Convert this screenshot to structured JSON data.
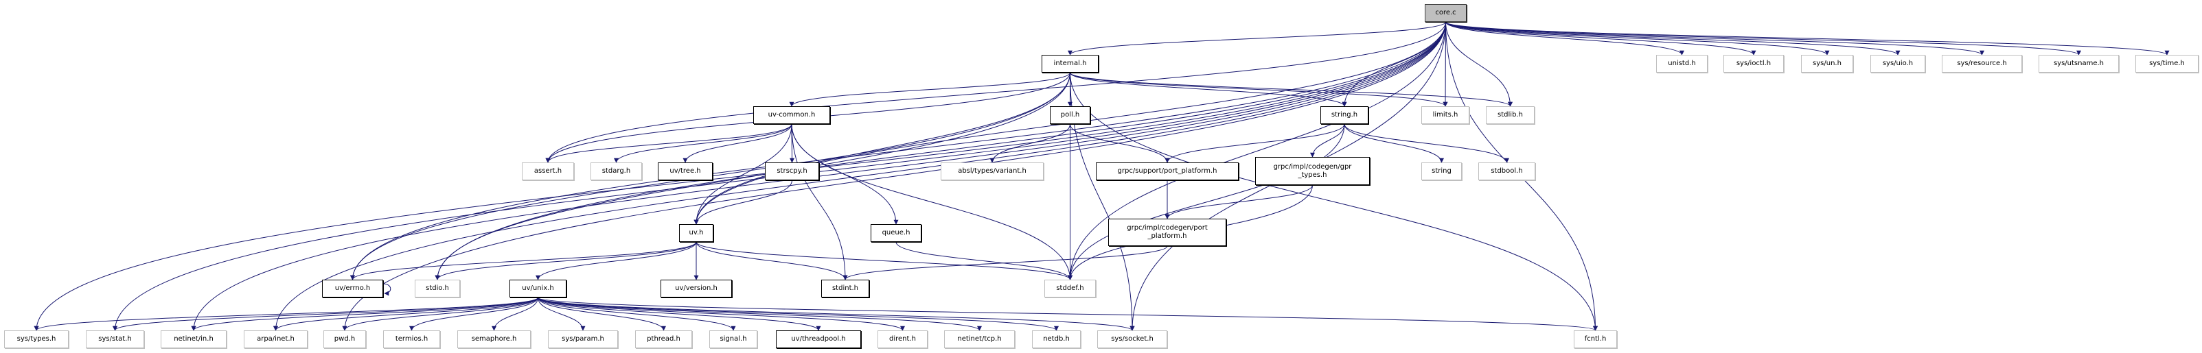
{
  "graph": {
    "edge_color": "#191970",
    "root_fill": "#bfbfbf",
    "nodes": [
      {
        "id": "core_c",
        "label": "core.c",
        "kind": "root"
      },
      {
        "id": "internal_h",
        "label": "internal.h",
        "kind": "doc"
      },
      {
        "id": "unistd_h",
        "label": "unistd.h",
        "kind": "ext"
      },
      {
        "id": "sys_ioctl_h",
        "label": "sys/ioctl.h",
        "kind": "ext"
      },
      {
        "id": "sys_un_h",
        "label": "sys/un.h",
        "kind": "ext"
      },
      {
        "id": "sys_uio_h",
        "label": "sys/uio.h",
        "kind": "ext"
      },
      {
        "id": "sys_resource_h",
        "label": "sys/resource.h",
        "kind": "ext"
      },
      {
        "id": "sys_utsname_h",
        "label": "sys/utsname.h",
        "kind": "ext"
      },
      {
        "id": "sys_time_h",
        "label": "sys/time.h",
        "kind": "ext"
      },
      {
        "id": "uv_common_h",
        "label": "uv-common.h",
        "kind": "doc"
      },
      {
        "id": "poll_h",
        "label": "poll.h",
        "kind": "doc"
      },
      {
        "id": "string_h",
        "label": "string.h",
        "kind": "doc"
      },
      {
        "id": "limits_h",
        "label": "limits.h",
        "kind": "ext"
      },
      {
        "id": "stdlib_h",
        "label": "stdlib.h",
        "kind": "ext"
      },
      {
        "id": "assert_h",
        "label": "assert.h",
        "kind": "ext"
      },
      {
        "id": "stdarg_h",
        "label": "stdarg.h",
        "kind": "ext"
      },
      {
        "id": "uv_tree_h",
        "label": "uv/tree.h",
        "kind": "doc"
      },
      {
        "id": "strscpy_h",
        "label": "strscpy.h",
        "kind": "doc"
      },
      {
        "id": "absl_variant_h",
        "label": "absl/types/variant.h",
        "kind": "ext"
      },
      {
        "id": "grpc_support_port_platform_h",
        "label": "grpc/support/port_platform.h",
        "kind": "doc"
      },
      {
        "id": "grpc_gpr_types_h",
        "label": "grpc/impl/codegen/gpr\n_types.h",
        "kind": "doc"
      },
      {
        "id": "string",
        "label": "string",
        "kind": "ext"
      },
      {
        "id": "stdbool_h",
        "label": "stdbool.h",
        "kind": "ext"
      },
      {
        "id": "uv_h",
        "label": "uv.h",
        "kind": "doc"
      },
      {
        "id": "queue_h",
        "label": "queue.h",
        "kind": "doc"
      },
      {
        "id": "grpc_impl_port_platform_h",
        "label": "grpc/impl/codegen/port\n_platform.h",
        "kind": "doc"
      },
      {
        "id": "uv_errno_h",
        "label": "uv/errno.h",
        "kind": "doc"
      },
      {
        "id": "stdio_h",
        "label": "stdio.h",
        "kind": "ext"
      },
      {
        "id": "uv_unix_h",
        "label": "uv/unix.h",
        "kind": "doc"
      },
      {
        "id": "uv_version_h",
        "label": "uv/version.h",
        "kind": "doc"
      },
      {
        "id": "stdint_h",
        "label": "stdint.h",
        "kind": "doc"
      },
      {
        "id": "stddef_h",
        "label": "stddef.h",
        "kind": "ext"
      },
      {
        "id": "sys_types_h",
        "label": "sys/types.h",
        "kind": "ext"
      },
      {
        "id": "sys_stat_h",
        "label": "sys/stat.h",
        "kind": "ext"
      },
      {
        "id": "netinet_in_h",
        "label": "netinet/in.h",
        "kind": "ext"
      },
      {
        "id": "arpa_inet_h",
        "label": "arpa/inet.h",
        "kind": "ext"
      },
      {
        "id": "pwd_h",
        "label": "pwd.h",
        "kind": "ext"
      },
      {
        "id": "termios_h",
        "label": "termios.h",
        "kind": "ext"
      },
      {
        "id": "semaphore_h",
        "label": "semaphore.h",
        "kind": "ext"
      },
      {
        "id": "sys_param_h",
        "label": "sys/param.h",
        "kind": "ext"
      },
      {
        "id": "pthread_h",
        "label": "pthread.h",
        "kind": "ext"
      },
      {
        "id": "signal_h",
        "label": "signal.h",
        "kind": "ext"
      },
      {
        "id": "uv_threadpool_h",
        "label": "uv/threadpool.h",
        "kind": "doc"
      },
      {
        "id": "dirent_h",
        "label": "dirent.h",
        "kind": "ext"
      },
      {
        "id": "netinet_tcp_h",
        "label": "netinet/tcp.h",
        "kind": "ext"
      },
      {
        "id": "netdb_h",
        "label": "netdb.h",
        "kind": "ext"
      },
      {
        "id": "sys_socket_h",
        "label": "sys/socket.h",
        "kind": "ext"
      },
      {
        "id": "fcntl_h",
        "label": "fcntl.h",
        "kind": "ext"
      }
    ],
    "edges": [
      [
        "core_c",
        "internal_h"
      ],
      [
        "core_c",
        "unistd_h"
      ],
      [
        "core_c",
        "sys_ioctl_h"
      ],
      [
        "core_c",
        "sys_un_h"
      ],
      [
        "core_c",
        "sys_uio_h"
      ],
      [
        "core_c",
        "sys_resource_h"
      ],
      [
        "core_c",
        "sys_utsname_h"
      ],
      [
        "core_c",
        "sys_time_h"
      ],
      [
        "core_c",
        "limits_h"
      ],
      [
        "core_c",
        "stdlib_h"
      ],
      [
        "core_c",
        "string_h"
      ],
      [
        "core_c",
        "fcntl_h"
      ],
      [
        "core_c",
        "stddef_h"
      ],
      [
        "core_c",
        "sys_socket_h"
      ],
      [
        "core_c",
        "uv_h"
      ],
      [
        "core_c",
        "uv_errno_h"
      ],
      [
        "core_c",
        "assert_h"
      ],
      [
        "core_c",
        "stdio_h"
      ],
      [
        "core_c",
        "sys_types_h"
      ],
      [
        "core_c",
        "sys_stat_h"
      ],
      [
        "core_c",
        "netinet_in_h"
      ],
      [
        "core_c",
        "arpa_inet_h"
      ],
      [
        "core_c",
        "pwd_h"
      ],
      [
        "internal_h",
        "uv_common_h"
      ],
      [
        "internal_h",
        "poll_h"
      ],
      [
        "internal_h",
        "string_h"
      ],
      [
        "internal_h",
        "limits_h"
      ],
      [
        "internal_h",
        "stdlib_h"
      ],
      [
        "internal_h",
        "fcntl_h"
      ],
      [
        "internal_h",
        "assert_h"
      ],
      [
        "internal_h",
        "uv_errno_h"
      ],
      [
        "internal_h",
        "stdio_h"
      ],
      [
        "internal_h",
        "sys_socket_h"
      ],
      [
        "internal_h",
        "uv_h"
      ],
      [
        "uv_common_h",
        "assert_h"
      ],
      [
        "uv_common_h",
        "stdarg_h"
      ],
      [
        "uv_common_h",
        "uv_tree_h"
      ],
      [
        "uv_common_h",
        "strscpy_h"
      ],
      [
        "uv_common_h",
        "uv_h"
      ],
      [
        "uv_common_h",
        "stdint_h"
      ],
      [
        "uv_common_h",
        "queue_h"
      ],
      [
        "uv_common_h",
        "stddef_h"
      ],
      [
        "strscpy_h",
        "uv_h"
      ],
      [
        "poll_h",
        "absl_variant_h"
      ],
      [
        "poll_h",
        "grpc_support_port_platform_h"
      ],
      [
        "poll_h",
        "stddef_h"
      ],
      [
        "string_h",
        "grpc_support_port_platform_h"
      ],
      [
        "string_h",
        "grpc_gpr_types_h"
      ],
      [
        "string_h",
        "string"
      ],
      [
        "string_h",
        "stdbool_h"
      ],
      [
        "string_h",
        "stddef_h"
      ],
      [
        "grpc_gpr_types_h",
        "grpc_impl_port_platform_h"
      ],
      [
        "grpc_gpr_types_h",
        "stddef_h"
      ],
      [
        "grpc_support_port_platform_h",
        "grpc_impl_port_platform_h"
      ],
      [
        "grpc_impl_port_platform_h",
        "stdint_h"
      ],
      [
        "queue_h",
        "stddef_h"
      ],
      [
        "uv_h",
        "uv_errno_h"
      ],
      [
        "uv_h",
        "stdio_h"
      ],
      [
        "uv_h",
        "uv_unix_h"
      ],
      [
        "uv_h",
        "uv_version_h"
      ],
      [
        "uv_h",
        "stdint_h"
      ],
      [
        "uv_h",
        "stddef_h"
      ],
      [
        "uv_errno_h",
        "uv_errno_h"
      ],
      [
        "uv_unix_h",
        "sys_types_h"
      ],
      [
        "uv_unix_h",
        "sys_stat_h"
      ],
      [
        "uv_unix_h",
        "netinet_in_h"
      ],
      [
        "uv_unix_h",
        "arpa_inet_h"
      ],
      [
        "uv_unix_h",
        "pwd_h"
      ],
      [
        "uv_unix_h",
        "termios_h"
      ],
      [
        "uv_unix_h",
        "semaphore_h"
      ],
      [
        "uv_unix_h",
        "sys_param_h"
      ],
      [
        "uv_unix_h",
        "pthread_h"
      ],
      [
        "uv_unix_h",
        "signal_h"
      ],
      [
        "uv_unix_h",
        "uv_threadpool_h"
      ],
      [
        "uv_unix_h",
        "dirent_h"
      ],
      [
        "uv_unix_h",
        "netinet_tcp_h"
      ],
      [
        "uv_unix_h",
        "netdb_h"
      ],
      [
        "uv_unix_h",
        "sys_socket_h"
      ],
      [
        "uv_unix_h",
        "fcntl_h"
      ]
    ]
  }
}
